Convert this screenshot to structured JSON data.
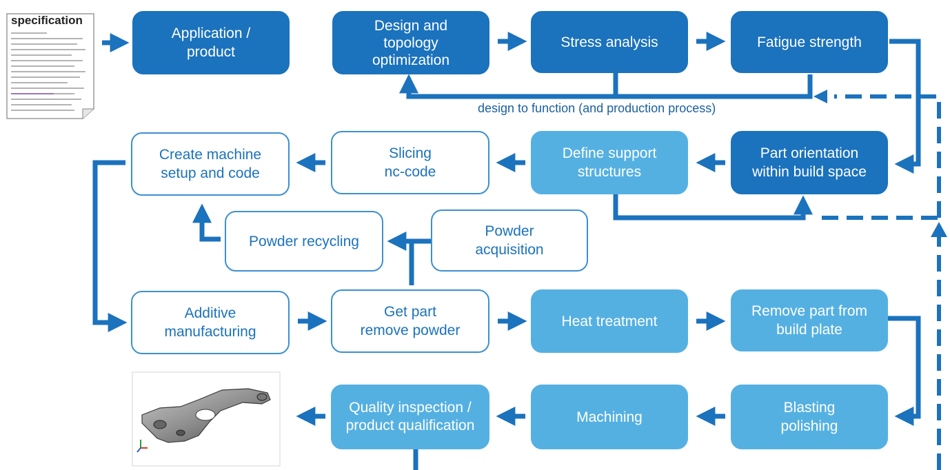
{
  "colors": {
    "dark_box": "#1b72bd",
    "light_box": "#55b0e2",
    "outline": "#3c8fd0",
    "arrow": "#1b72bd"
  },
  "specification": {
    "title": "specification"
  },
  "boxes": {
    "application": "Application /\nproduct",
    "design_topology": "Design and\ntopology\noptimization",
    "stress_analysis": "Stress analysis",
    "fatigue_strength": "Fatigue strength",
    "part_orientation": "Part orientation\nwithin build space",
    "define_support": "Define support\nstructures",
    "slicing": "Slicing\nnc-code",
    "create_machine": "Create machine\nsetup and code",
    "powder_recycling": "Powder recycling",
    "powder_acquisition": "Powder\nacquisition",
    "additive_manufacturing": "Additive\nmanufacturing",
    "get_part": "Get part\nremove powder",
    "heat_treatment": "Heat treatment",
    "remove_part": "Remove part from\nbuild plate",
    "blasting": "Blasting\npolishing",
    "machining": "Machining",
    "quality_inspection": "Quality inspection /\nproduct qualification"
  },
  "feedback_label": "design to function (and production process)"
}
